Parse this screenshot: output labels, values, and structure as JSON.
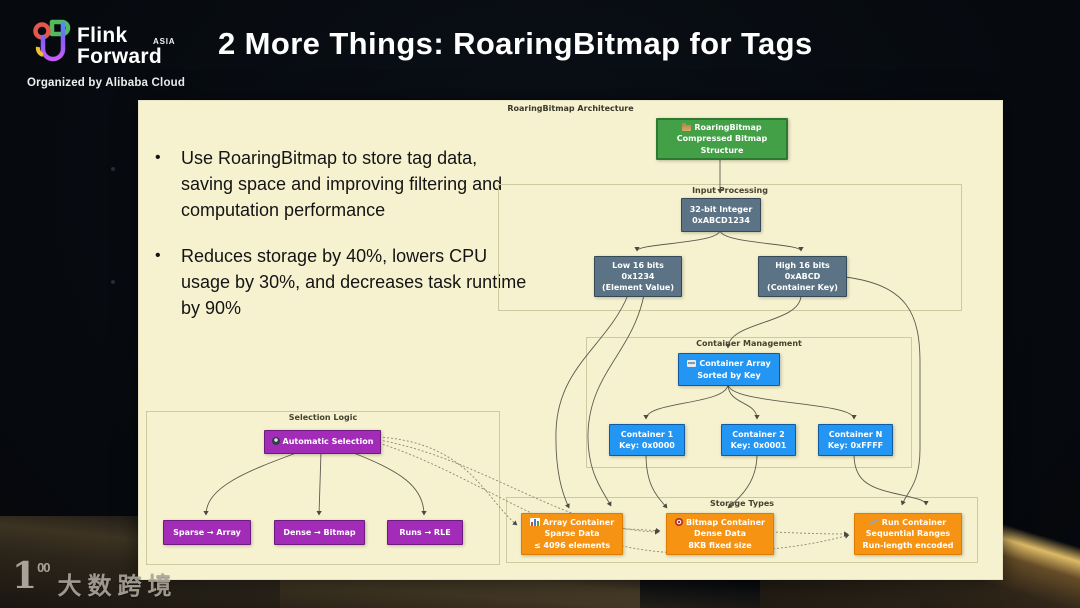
{
  "header": {
    "title": "2 More Things: RoaringBitmap for Tags",
    "logo": {
      "brand_line1": "Flink",
      "brand_line2": "Forward",
      "region": "ASIA",
      "organizer": "Organized by Alibaba Cloud"
    }
  },
  "slide": {
    "bullets": [
      "Use RoaringBitmap to store tag data, saving space and improving filtering and computation performance",
      "Reduces storage by 40%, lowers CPU usage by 30%, and decreases task runtime by 90%"
    ],
    "diagram": {
      "title": "RoaringBitmap Architecture",
      "panels": {
        "input": "Input Processing",
        "container": "Container Management",
        "selection": "Selection Logic",
        "storage": "Storage Types"
      },
      "nodes": {
        "root": {
          "icon": "folder-icon",
          "lines": [
            "RoaringBitmap",
            "Compressed Bitmap",
            "Structure"
          ]
        },
        "int32": {
          "lines": [
            "32-bit Integer",
            "0xABCD1234"
          ]
        },
        "low16": {
          "lines": [
            "Low 16 bits",
            "0x1234",
            "(Element Value)"
          ]
        },
        "high16": {
          "lines": [
            "High 16 bits",
            "0xABCD",
            "(Container Key)"
          ]
        },
        "container_array": {
          "icon": "archive-box-icon",
          "lines": [
            "Container Array",
            "Sorted by Key"
          ]
        },
        "container1": {
          "lines": [
            "Container 1",
            "Key: 0x0000"
          ]
        },
        "container2": {
          "lines": [
            "Container 2",
            "Key: 0x0001"
          ]
        },
        "containerN": {
          "lines": [
            "Container N",
            "Key: 0xFFFF"
          ]
        },
        "auto_selection": {
          "icon": "gear-icon",
          "lines": [
            "Automatic Selection"
          ]
        },
        "sparse": {
          "lines": [
            "Sparse → Array"
          ]
        },
        "dense": {
          "lines": [
            "Dense → Bitmap"
          ]
        },
        "runs": {
          "lines": [
            "Runs → RLE"
          ]
        },
        "array_container": {
          "icon": "bar-chart-icon",
          "lines": [
            "Array Container",
            "Sparse Data",
            "≤ 4096 elements"
          ]
        },
        "bitmap_container": {
          "icon": "target-icon",
          "lines": [
            "Bitmap Container",
            "Dense Data",
            "8KB fixed size"
          ]
        },
        "run_container": {
          "icon": "trend-line-icon",
          "lines": [
            "Run Container",
            "Sequential Ranges",
            "Run-length encoded"
          ]
        }
      }
    }
  },
  "watermark": {
    "logo_digit": "1",
    "logo_superscript": "00",
    "text": "大数跨境"
  },
  "colors": {
    "background": "#070b11",
    "panel_bg": "#f6f2cf",
    "node_green": "#43a047",
    "node_slate": "#5b7384",
    "node_blue": "#2395f3",
    "node_purple": "#a22cb8",
    "node_orange": "#f79313",
    "connector": "#5c5b4f",
    "wave_gold": "#f0c96e"
  }
}
